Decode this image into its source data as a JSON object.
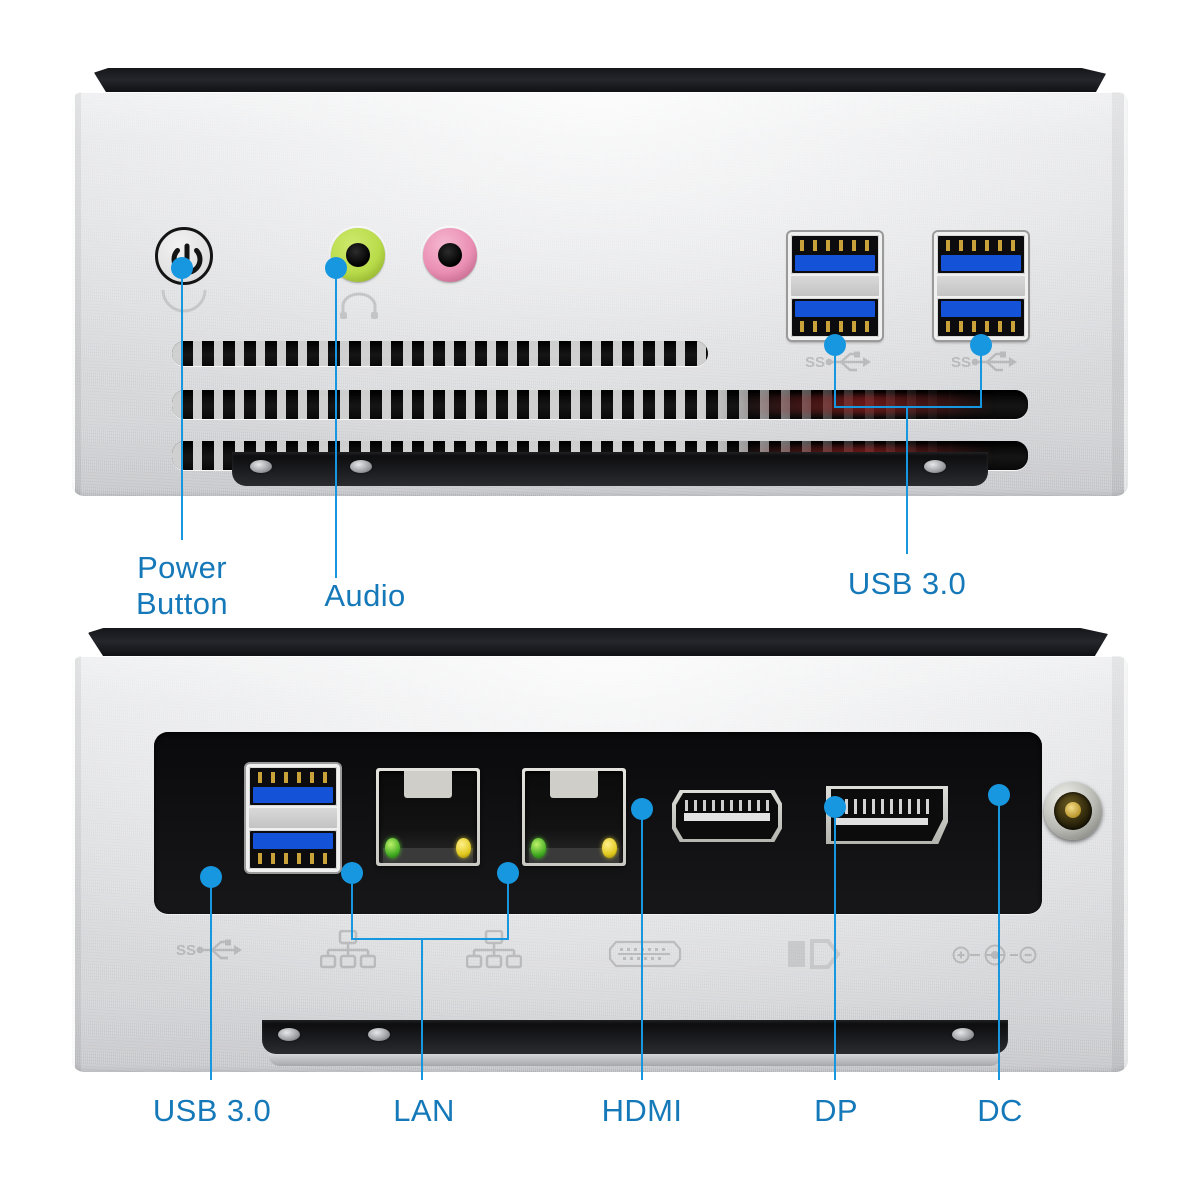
{
  "diagram": {
    "title": "Mini PC front and rear port callout diagram",
    "accent_dot_color": "#1797e0",
    "label_color": "#1579b9",
    "chassis_color": "#d6d7da",
    "panel_color": "#0c0c0c"
  },
  "front_panel": {
    "name": "front",
    "ports": [
      {
        "id": "power-button",
        "type": "power-button",
        "icon": "power-icon"
      },
      {
        "id": "audio-headphone",
        "type": "audio-jack",
        "color": "#b9dc4a",
        "icon": "headphone-icon"
      },
      {
        "id": "audio-mic",
        "type": "audio-jack",
        "color": "#ea8fb4",
        "icon": "microphone-icon"
      },
      {
        "id": "usb3-front-1",
        "type": "usb-3-stacked",
        "icon": "usb-superspeed-icon"
      },
      {
        "id": "usb3-front-2",
        "type": "usb-3-stacked",
        "icon": "usb-superspeed-icon"
      }
    ],
    "callouts": [
      {
        "id": "callout-power-button",
        "label": "Power\nButton"
      },
      {
        "id": "callout-audio",
        "label": "Audio"
      },
      {
        "id": "callout-usb3-front",
        "label": "USB 3.0"
      }
    ]
  },
  "rear_panel": {
    "name": "rear",
    "ports": [
      {
        "id": "usb3-rear",
        "type": "usb-3-stacked",
        "icon": "usb-superspeed-icon"
      },
      {
        "id": "lan-1",
        "type": "rj45",
        "icon": "lan-icon",
        "leds": [
          "green",
          "yellow"
        ]
      },
      {
        "id": "lan-2",
        "type": "rj45",
        "icon": "lan-icon",
        "leds": [
          "green",
          "yellow"
        ]
      },
      {
        "id": "hdmi",
        "type": "hdmi",
        "icon": "hdmi-icon"
      },
      {
        "id": "displayport",
        "type": "displayport",
        "icon": "displayport-icon"
      },
      {
        "id": "dc-in",
        "type": "dc-barrel-jack",
        "icon": "dc-polarity-icon"
      }
    ],
    "callouts": [
      {
        "id": "callout-usb3-rear",
        "label": "USB 3.0"
      },
      {
        "id": "callout-lan",
        "label": "LAN"
      },
      {
        "id": "callout-hdmi",
        "label": "HDMI"
      },
      {
        "id": "callout-dp",
        "label": "DP"
      },
      {
        "id": "callout-dc",
        "label": "DC"
      }
    ]
  }
}
